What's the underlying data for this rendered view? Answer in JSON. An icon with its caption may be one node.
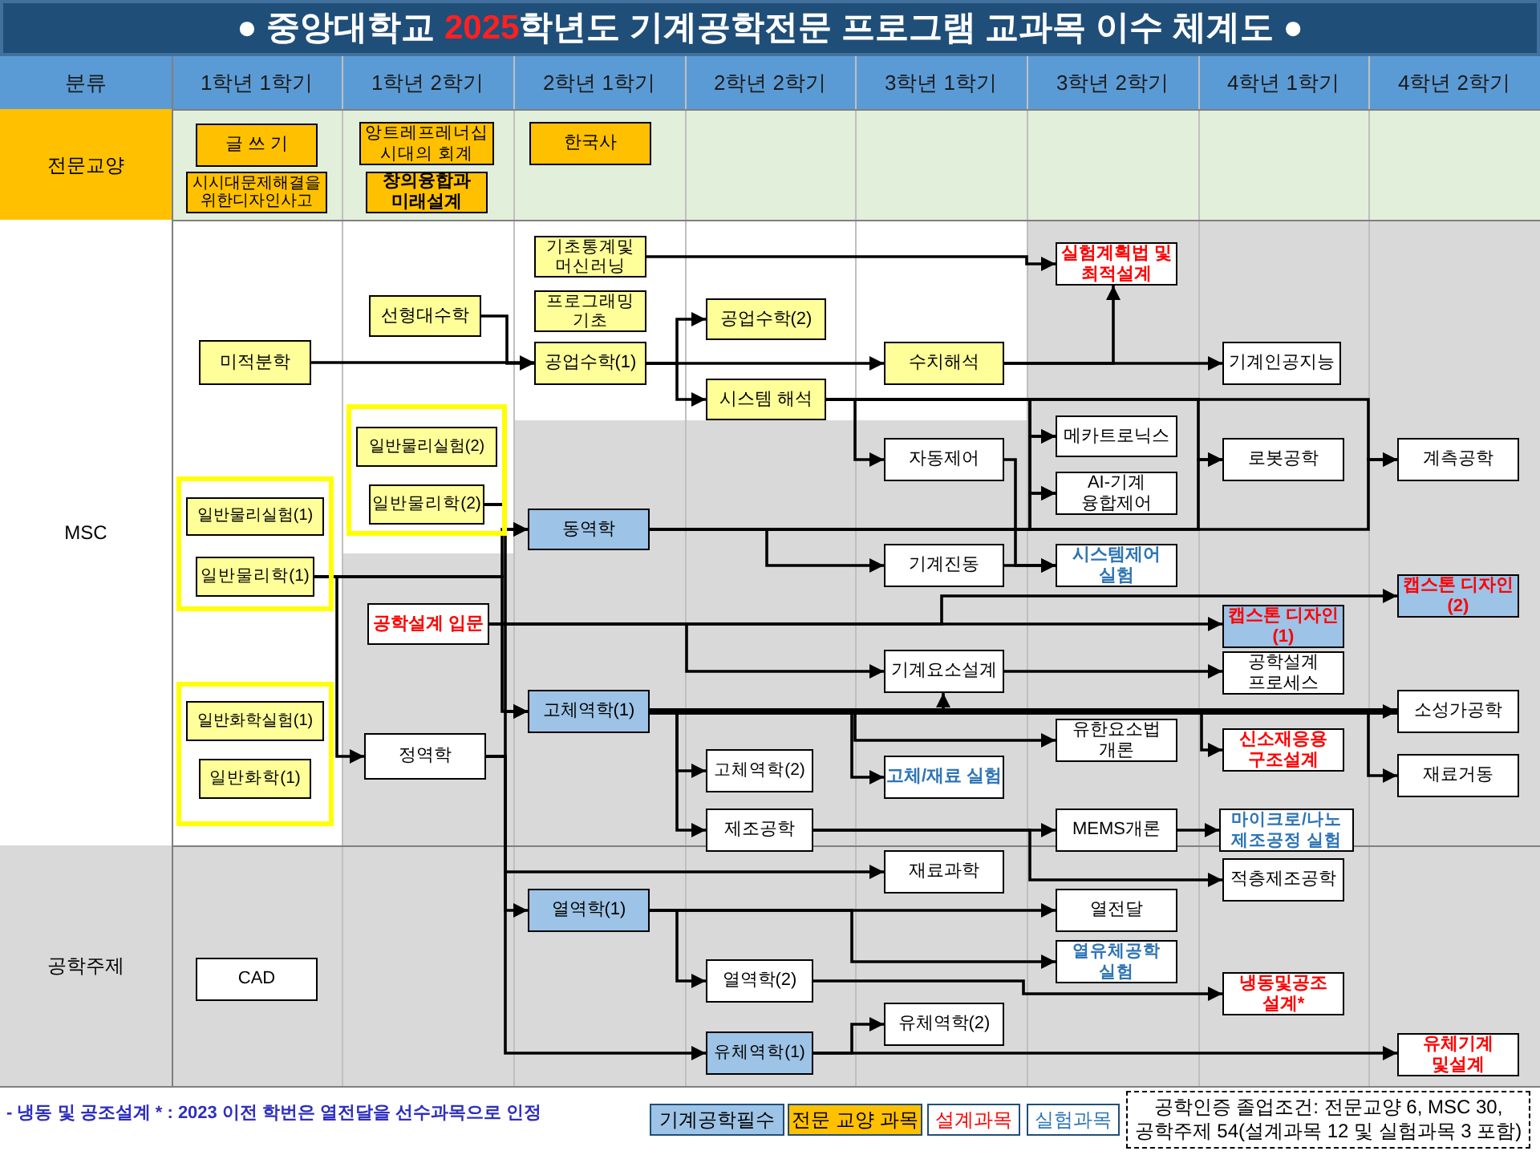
{
  "diagram": {
    "title": "● 중앙대학교 2025학년도 기계공학전문 프로그램 교과목 이수 체계도 ●",
    "nodes": [
      {
        "text": [
          "글 쓰 기"
        ]
      },
      {
        "text": [
          "시시대문제해결을 위한디자인사고"
        ]
      },
      {
        "text": [
          "앙트레프레너십 시대의 회계"
        ]
      },
      {
        "text": [
          "창의융합과 미래설계"
        ]
      },
      {
        "text": [
          "한국사"
        ]
      },
      {
        "text": [
          "기초통계및 머신러닝"
        ]
      },
      {
        "text": [
          "프로그래밍 기초"
        ]
      },
      {
        "text": [
          "공업수학(1)"
        ]
      },
      {
        "text": [
          "선형대수학"
        ]
      },
      {
        "text": [
          "미적분학"
        ]
      },
      {
        "text": [
          "공업수학(2)"
        ]
      },
      {
        "text": [
          "시스템 해석"
        ]
      },
      {
        "text": [
          "수치해석"
        ]
      },
      {
        "text": [
          "실험계획법 및 최적설계"
        ]
      },
      {
        "text": [
          "기계인공지능"
        ]
      },
      {
        "text": [
          "자동제어"
        ]
      },
      {
        "text": [
          "메카트로닉스"
        ]
      },
      {
        "text": [
          "AI-기계 융합제어"
        ]
      },
      {
        "text": [
          "로봇공학"
        ]
      },
      {
        "text": [
          "계측공학"
        ]
      },
      {
        "text": [],
        "shape": "box"
      },
      {
        "text": [
          "일반물리실험(2)"
        ],
        "in": 20
      },
      {
        "text": [
          "일반물리학(2)"
        ],
        "in": 20
      },
      {
        "text": [
          "동역학"
        ]
      },
      {
        "text": [],
        "shape": "box"
      },
      {
        "text": [
          "일반물리실험(1)"
        ],
        "in": 24
      },
      {
        "text": [
          "일반물리학(1)"
        ],
        "in": 24
      },
      {
        "text": [
          "기계진동"
        ]
      },
      {
        "text": [
          "시스템제어 실험"
        ]
      },
      {
        "text": [
          "캡스톤 디자인(2)"
        ]
      },
      {
        "text": [
          "공학설계 입문"
        ]
      },
      {
        "text": [
          "캡스톤 디자인(1)"
        ]
      },
      {
        "text": [
          "기계요소설계"
        ]
      },
      {
        "text": [
          "공학설계 프로세스"
        ]
      },
      {
        "text": [
          "고체역학(1)"
        ]
      },
      {
        "text": [
          "소성가공학"
        ]
      },
      {
        "text": [],
        "shape": "box"
      },
      {
        "text": [
          "일반화학실험(1)"
        ],
        "in": 36
      },
      {
        "text": [
          "일반화학(1)"
        ],
        "in": 36
      },
      {
        "text": [
          "정역학"
        ]
      },
      {
        "text": [
          "고체역학(2)"
        ]
      },
      {
        "text": [
          "고체/재료 실험"
        ]
      },
      {
        "text": [
          "유한요소법 개론"
        ]
      },
      {
        "text": [
          "신소재응용 구조설계"
        ]
      },
      {
        "text": [
          "재료거동"
        ]
      },
      {
        "text": [
          "제조공학"
        ]
      },
      {
        "text": [
          "MEMS개론"
        ]
      },
      {
        "text": [
          "마이크로/나노 제조공정 실험"
        ]
      },
      {
        "text": [
          "재료과학"
        ]
      },
      {
        "text": [
          "적층제조공학"
        ]
      },
      {
        "text": [
          "열역학(1)"
        ]
      },
      {
        "text": [
          "열전달"
        ]
      },
      {
        "text": [
          "CAD"
        ]
      },
      {
        "text": [
          "열역학(2)"
        ]
      },
      {
        "text": [
          "열유체공학 실험"
        ]
      },
      {
        "text": [
          "냉동및공조 설계*"
        ]
      },
      {
        "text": [
          "유체역학(2)"
        ]
      },
      {
        "text": [
          "유체역학(1)"
        ]
      },
      {
        "text": [
          "유체기계 및설계"
        ]
      }
    ],
    "edges": [
      {
        "from": 9,
        "to": 7,
        "arrow": "to"
      },
      {
        "from": 8,
        "to": 7,
        "arrow": "to"
      },
      {
        "from": 7,
        "to": 10,
        "arrow": "to"
      },
      {
        "from": 7,
        "to": 11,
        "arrow": "to"
      },
      {
        "from": 7,
        "to": 12,
        "arrow": "to"
      },
      {
        "from": 5,
        "to": 13,
        "arrow": "to"
      },
      {
        "from": 12,
        "to": 13,
        "arrow": "to"
      },
      {
        "from": 12,
        "to": 14,
        "arrow": "to"
      },
      {
        "from": 11,
        "to": 15,
        "arrow": "to"
      },
      {
        "from": 11,
        "to": 16,
        "arrow": "to"
      },
      {
        "from": 11,
        "to": 17,
        "arrow": "to"
      },
      {
        "from": 11,
        "to": 18,
        "arrow": "to"
      },
      {
        "from": 11,
        "to": 19,
        "arrow": "to"
      },
      {
        "from": 23,
        "to": 16,
        "arrow": "to"
      },
      {
        "from": 23,
        "to": 17,
        "arrow": "to"
      },
      {
        "from": 23,
        "to": 18,
        "arrow": "to"
      },
      {
        "from": 23,
        "to": 19,
        "arrow": "to"
      },
      {
        "from": 23,
        "to": 27,
        "arrow": "to"
      },
      {
        "from": 15,
        "to": 28,
        "arrow": "to"
      },
      {
        "from": 27,
        "to": 28,
        "arrow": "to"
      },
      {
        "from": 22,
        "to": 23,
        "arrow": "to"
      },
      {
        "from": 22,
        "to": 34,
        "arrow": "to"
      },
      {
        "from": 26,
        "to": 23,
        "arrow": "to"
      },
      {
        "from": 26,
        "to": 34,
        "arrow": "to"
      },
      {
        "from": 26,
        "to": 39,
        "arrow": "to"
      },
      {
        "from": 39,
        "to": 34,
        "arrow": "to"
      },
      {
        "from": 39,
        "to": 48,
        "arrow": "to"
      },
      {
        "from": 39,
        "to": 50,
        "arrow": "to"
      },
      {
        "from": 39,
        "to": 57,
        "arrow": "to"
      },
      {
        "from": 30,
        "to": 31,
        "arrow": "to"
      },
      {
        "from": 30,
        "to": 29,
        "arrow": "to"
      },
      {
        "from": 30,
        "to": 32,
        "arrow": "to"
      },
      {
        "from": 32,
        "to": 33,
        "arrow": "to"
      },
      {
        "from": 34,
        "to": 35,
        "arrow": "to",
        "style": "thick"
      },
      {
        "from": 34,
        "to": 32,
        "arrow": "to"
      },
      {
        "from": 34,
        "to": 40,
        "arrow": "to"
      },
      {
        "from": 34,
        "to": 45,
        "arrow": "to"
      },
      {
        "from": 34,
        "to": 41,
        "arrow": "to"
      },
      {
        "from": 34,
        "to": 42,
        "arrow": "to"
      },
      {
        "from": 34,
        "to": 43,
        "arrow": "to"
      },
      {
        "from": 34,
        "to": 44,
        "arrow": "to"
      },
      {
        "from": 45,
        "to": 46,
        "arrow": "to"
      },
      {
        "from": 45,
        "to": 49,
        "arrow": "to"
      },
      {
        "from": 46,
        "to": 47,
        "arrow": "to"
      },
      {
        "from": 50,
        "to": 51,
        "arrow": "to"
      },
      {
        "from": 50,
        "to": 54,
        "arrow": "to"
      },
      {
        "from": 50,
        "to": 53,
        "arrow": "to"
      },
      {
        "from": 53,
        "to": 55,
        "arrow": "to"
      },
      {
        "from": 57,
        "to": 56,
        "arrow": "to"
      },
      {
        "from": 57,
        "to": 58,
        "arrow": "to"
      }
    ],
    "labels": [
      "분류",
      "1학년 1학기",
      "1학년 2학기",
      "2학년 1학기",
      "2학년 2학기",
      "3학년 1학기",
      "3학년 2학기",
      "4학년 1학기",
      "4학년 2학기",
      "전문교양",
      "MSC",
      "공학주제",
      "- 냉동 및 공조설계 * : 2023 이전 학번은 열전달을 선수과목으로 인정",
      "공학인증 졸업조건: 전문교양 6, MSC 30, 공학주제 54(설계과목 12 및 실험과목 3 포함)"
    ],
    "legend": [
      {
        "text": "기계공학필수",
        "color": "#9dc3e6"
      },
      {
        "text": "전문 교양 과목",
        "color": "#ffc000"
      },
      {
        "text": "설계과목"
      },
      {
        "text": "실험과목"
      }
    ]
  }
}
